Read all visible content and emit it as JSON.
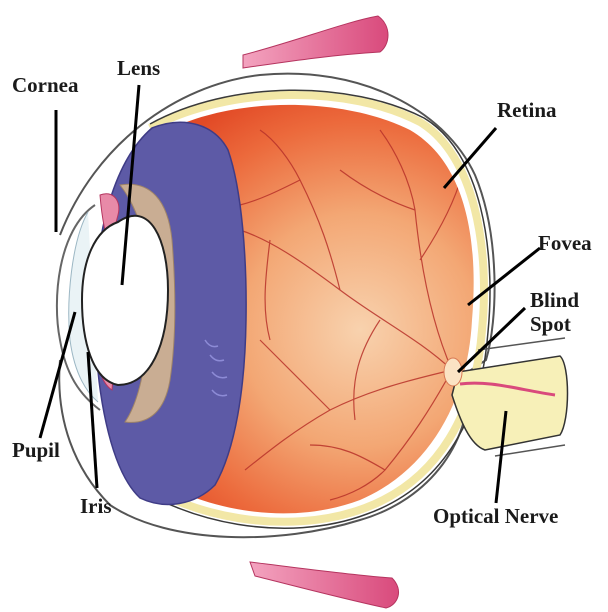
{
  "labels": {
    "cornea": "Cornea",
    "lens": "Lens",
    "retina": "Retina",
    "fovea": "Fovea",
    "blind_line1": "Blind",
    "blind_line2": "Spot",
    "pupil": "Pupil",
    "iris": "Iris",
    "optical_nerve": "Optical Nerve"
  },
  "colors": {
    "vitreous_inner": "#f6c49a",
    "vitreous_outer": "#e8542c",
    "ciliary": "#5d5aa6",
    "iris_fringe": "#c9ad93",
    "muscle": "#e0628d",
    "nerve": "#f7f0b8",
    "sclera_line": "#4a4a4a"
  }
}
